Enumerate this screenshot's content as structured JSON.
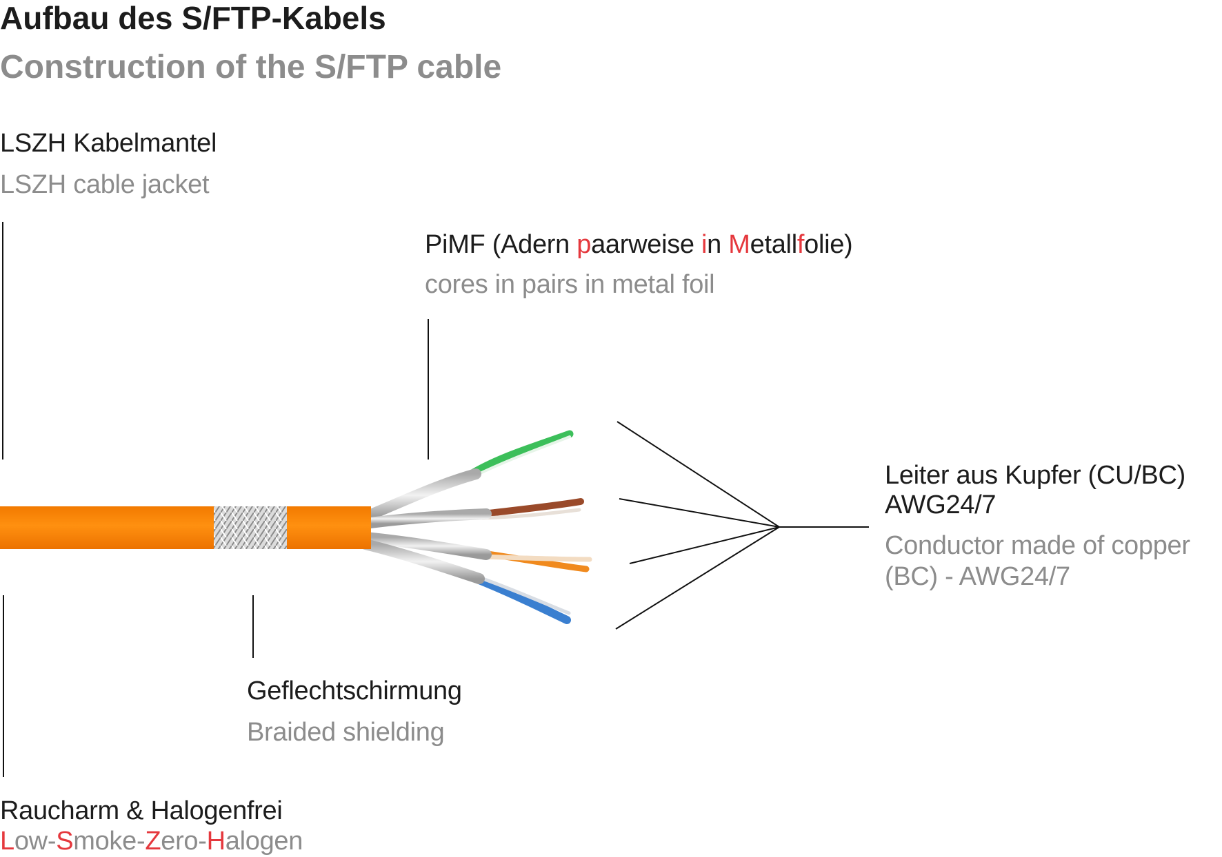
{
  "title": {
    "german": "Aufbau des S/FTP-Kabels",
    "english": "Construction of the S/FTP cable"
  },
  "labels": {
    "jacket": {
      "german": "LSZH Kabelmantel",
      "english": "LSZH cable jacket"
    },
    "pimf": {
      "german_parts": [
        "PiMF (Adern ",
        "p",
        "aarweise ",
        "i",
        "n ",
        "M",
        "etall",
        "f",
        "olie)"
      ],
      "english": "cores in pairs in metal foil"
    },
    "conductor": {
      "german_line1": "Leiter aus Kupfer (CU/BC)",
      "german_line2": "AWG24/7",
      "english_line1": "Conductor made of copper",
      "english_line2": "(BC) - AWG24/7"
    },
    "braid": {
      "german": "Geflechtschirmung",
      "english": "Braided shielding"
    },
    "lszh": {
      "german": "Raucharm & Halogenfrei",
      "english_parts": [
        "L",
        "ow-",
        "S",
        "moke-",
        "Z",
        "ero-",
        "H",
        "alogen"
      ]
    }
  },
  "colors": {
    "accent": "#e5383d",
    "jacket": "#ff8a00",
    "pair_green": "#3cbf5a",
    "pair_brown": "#9a4a2a",
    "pair_orange": "#f08a1e",
    "pair_blue": "#3a7fd0"
  }
}
